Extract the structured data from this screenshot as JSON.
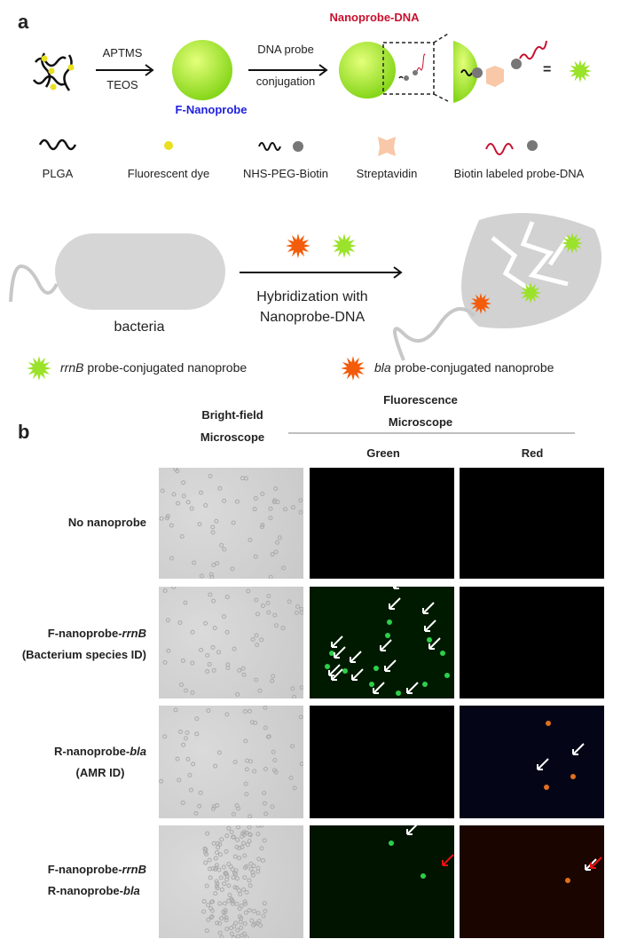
{
  "panel_a": {
    "label": "a",
    "step1_top": "APTMS",
    "step1_bottom": "TEOS",
    "f_nanoprobe": "F-Nanoprobe",
    "step2_top": "DNA probe",
    "step2_bottom": "conjugation",
    "nanoprobe_dna": "Nanoprobe-DNA",
    "equals": "=",
    "legend": [
      "PLGA",
      "Fluorescent dye",
      "NHS-PEG-Biotin",
      "Streptavidin",
      "Biotin labeled probe-DNA"
    ],
    "bacteria": "bacteria",
    "hyb_line1": "Hybridization with",
    "hyb_line2": "Nanoprobe-DNA",
    "probe_legend": [
      {
        "gene": "rrnB",
        "text": " probe-conjugated nanoprobe"
      },
      {
        "gene": "bla",
        "text": " probe-conjugated nanoprobe"
      }
    ]
  },
  "panel_b": {
    "label": "b",
    "brightfield_line1": "Bright-field",
    "brightfield_line2": "Microscope",
    "fluor_line1": "Fluorescence",
    "fluor_line2": "Microscope",
    "col_green": "Green",
    "col_red": "Red",
    "rows": [
      {
        "line1": "No nanoprobe",
        "gene1": "",
        "line2": "",
        "gene2": ""
      },
      {
        "line1": "F-nanoprobe-",
        "gene1": "rrnB",
        "line2": "(Bacterium species ID)",
        "gene2": ""
      },
      {
        "line1": "R-nanoprobe-",
        "gene1": "bla",
        "line2": "(AMR ID)",
        "gene2": ""
      },
      {
        "line1": "F-nanoprobe-",
        "gene1": "rrnB",
        "line2": "R-nanoprobe-",
        "gene2": "bla"
      }
    ]
  },
  "colors": {
    "green": "#9be22a",
    "orange": "#f25c0a",
    "red_dna": "#c8102e",
    "blue_label": "#2020e0",
    "streptavidin": "#f8c8a8"
  }
}
